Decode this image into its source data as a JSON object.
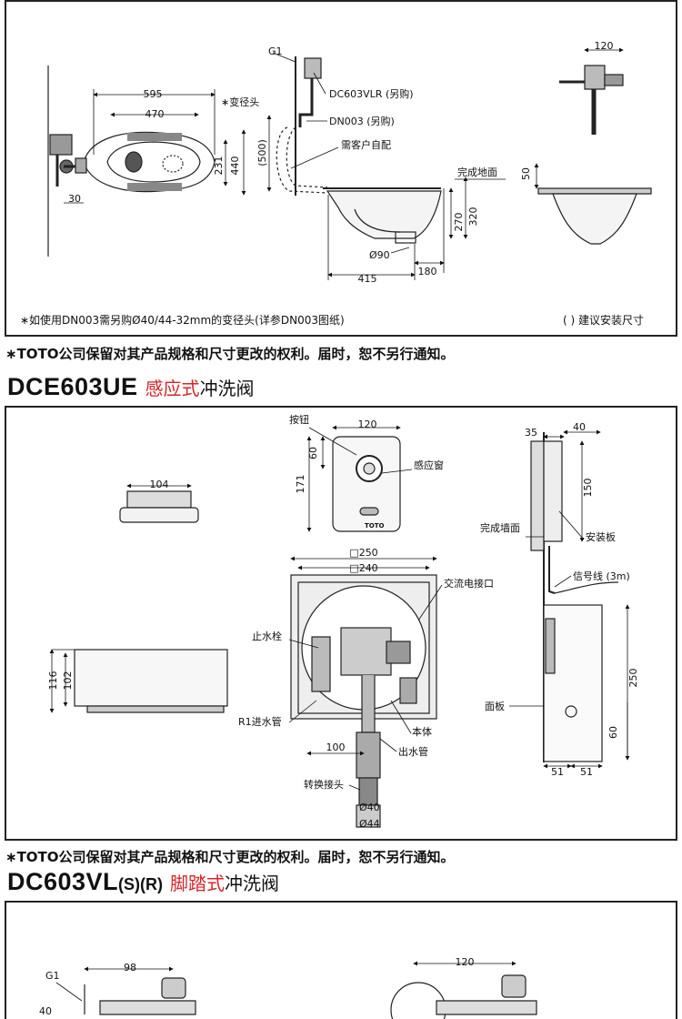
{
  "panel1": {
    "labels": {
      "g1": "G1",
      "reducer": "∗变径头",
      "dc603vlr": "DC603VLR (另购)",
      "dn003": "DN003 (另购)",
      "customer": "需客户自配",
      "floor": "完成地面"
    },
    "dims": {
      "d595": "595",
      "d470": "470",
      "d231": "231",
      "d440": "440",
      "d30": "30",
      "d500": "(500)",
      "d50": "50",
      "d270": "270",
      "d320": "320",
      "d90": "Ø90",
      "d415": "415",
      "d180": "180",
      "d120": "120"
    },
    "footnote": "∗如使用DN003需另购Ø40/44-32mm的变径头(详参DN003图纸)",
    "legend": "( ) 建议安装尺寸"
  },
  "notice1": "∗TOTO公司保留对其产品规格和尺寸更改的权利。届时，恕不另行通知。",
  "heading2": {
    "model": "DCE603UE",
    "type": "感应式",
    "rest": "冲洗阀"
  },
  "panel2": {
    "labels": {
      "button": "按钮",
      "sensor": "感应窗",
      "wall": "完成墙面",
      "mountplate": "安装板",
      "signal": "信号线 (3m)",
      "power": "交流电接口",
      "stopvalve": "止水栓",
      "inlet": "R1进水管",
      "body": "本体",
      "outlet": "出水管",
      "adapter": "转换接头",
      "panel": "面板",
      "brand": "TOTO"
    },
    "dims": {
      "d104": "104",
      "d120": "120",
      "d60": "60",
      "d171": "171",
      "d250sq": "□250",
      "d240sq": "□240",
      "d116": "116",
      "d102": "102",
      "d100": "100",
      "d40": "Ø40",
      "d44": "Ø44",
      "d35": "35",
      "d40b": "40",
      "d150": "150",
      "d250": "250",
      "d60b": "60",
      "d51a": "51",
      "d51b": "51"
    }
  },
  "notice2": "∗TOTO公司保留对其产品规格和尺寸更改的权利。届时，恕不另行通知。",
  "heading3": {
    "model": "DC603VL",
    "suffix": "(S)(R)",
    "type": "脚踏式",
    "rest": "冲洗阀"
  },
  "panel3": {
    "labels": {
      "g1": "G1"
    },
    "dims": {
      "d98": "98",
      "d120": "120",
      "dpart": "40"
    }
  }
}
